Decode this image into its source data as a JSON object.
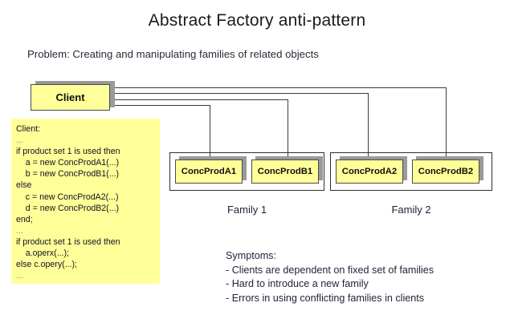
{
  "title": "Abstract Factory anti-pattern",
  "subtitle": "Problem: Creating and manipulating families of related objects",
  "colors": {
    "node_fill": "#ffff99",
    "node_border": "#4a4a4a",
    "shadow": "#9a9a9a",
    "line": "#3a3a3a",
    "text": "#23233a"
  },
  "client": {
    "label": "Client"
  },
  "code": {
    "lines": [
      "Client:",
      "...",
      "if product set 1 is used then",
      "    a = new ConcProdA1(...)",
      "    b = new ConcProdB1(...)",
      "else",
      "    c = new ConcProdA2(...)",
      "    d = new ConcProdB2(...)",
      "end;",
      "...",
      "if product set 1 is used then",
      "    a.operx(...);",
      "else c.opery(...);",
      "..."
    ]
  },
  "families": [
    {
      "label": "Family 1",
      "products": [
        "ConcProdA1",
        "ConcProdB1"
      ]
    },
    {
      "label": "Family 2",
      "products": [
        "ConcProdA2",
        "ConcProdB2"
      ]
    }
  ],
  "symptoms": {
    "heading": "Symptoms:",
    "items": [
      "- Clients are dependent on fixed set of families",
      "- Hard to introduce a new family",
      "- Errors in using conflicting families in clients"
    ]
  }
}
